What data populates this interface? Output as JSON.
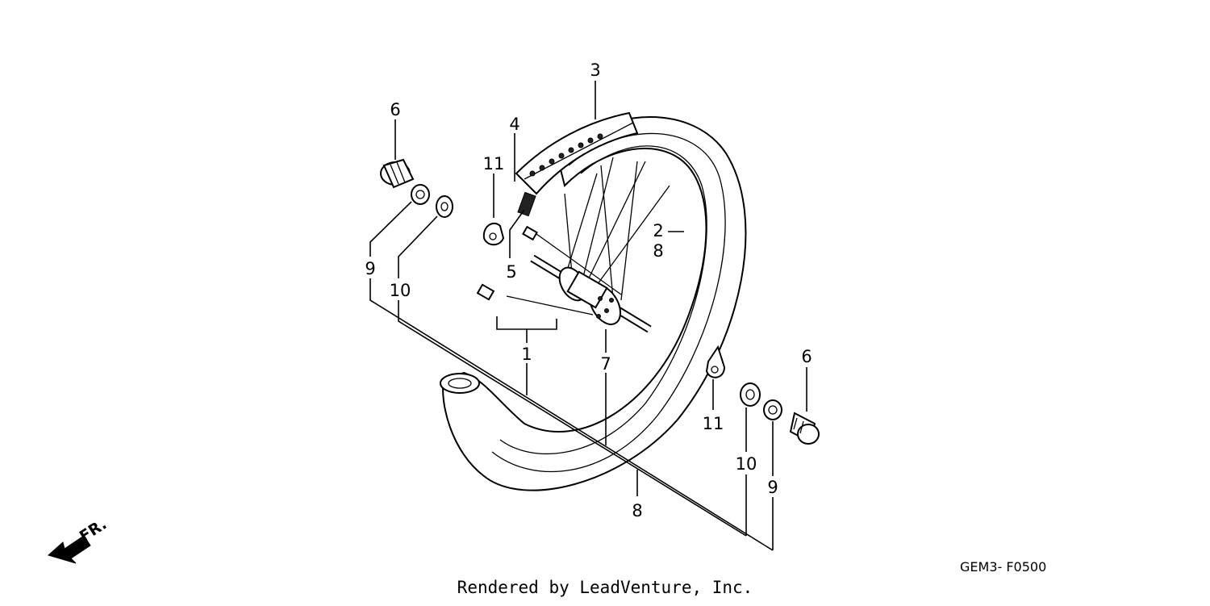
{
  "callouts": {
    "c1": "1",
    "c2": "2",
    "c2b": "8",
    "c3": "3",
    "c4": "4",
    "c5": "5",
    "c6a": "6",
    "c6b": "6",
    "c7": "7",
    "c8": "8",
    "c9a": "9",
    "c9b": "9",
    "c10a": "10",
    "c10b": "10",
    "c11a": "11",
    "c11b": "11"
  },
  "direction_label": "FR.",
  "diagram_code": "GEM3- F0500",
  "footer": "Rendered by LeadVenture, Inc."
}
